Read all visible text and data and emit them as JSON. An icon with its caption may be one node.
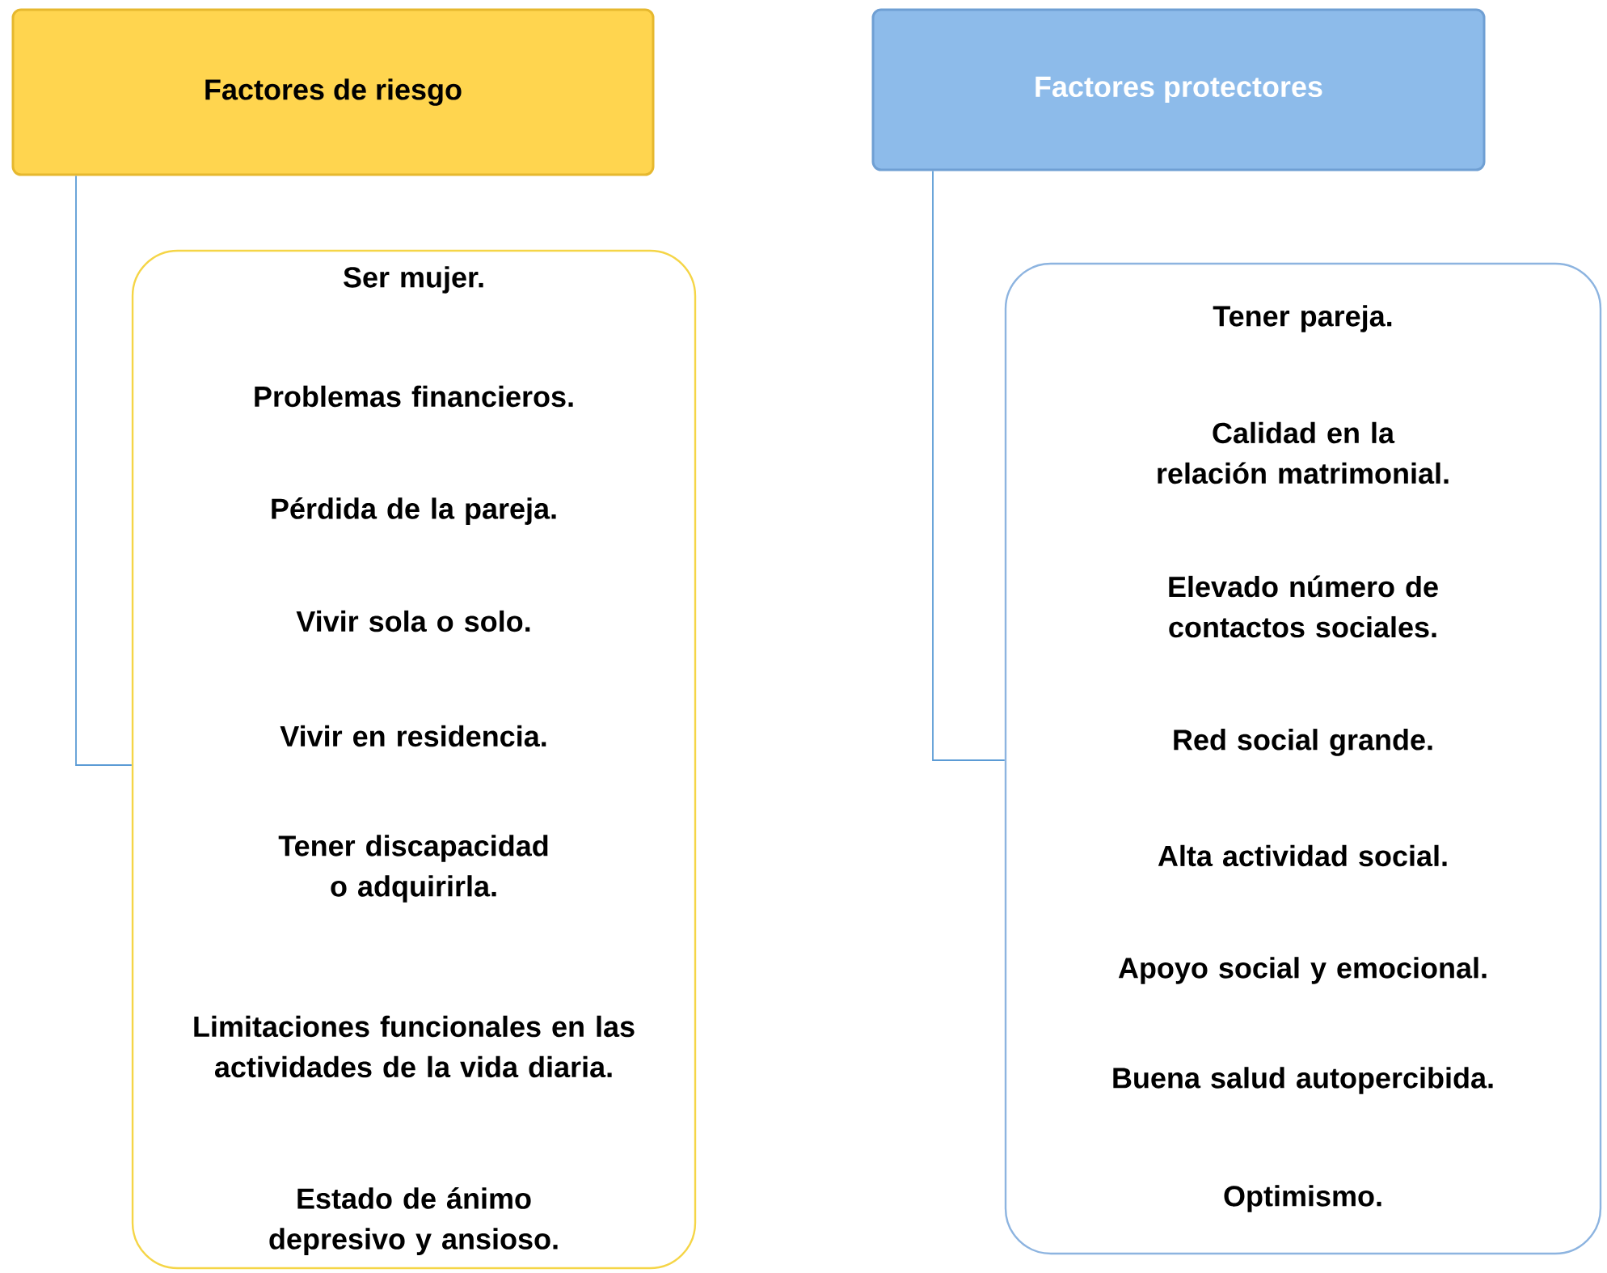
{
  "diagram": {
    "nodes": [
      {
        "text": [
          "Factores de riesgo"
        ]
      },
      {
        "text": [
          "Ser mujer.",
          "Problemas financieros.",
          "Pérdida de la pareja.",
          "Vivir sola o solo.",
          "Vivir en residencia.",
          "Tener discapacidad o adquirirla.",
          "Limitaciones funcionales en las actividades de la vida diaria.",
          "Estado de ánimo depresivo y ansioso."
        ]
      },
      {
        "text": [
          "Factores protectores"
        ]
      },
      {
        "text": [
          "Tener pareja.",
          "Calidad en la relación matrimonial.",
          "Elevado número de contactos sociales.",
          "Red social grande.",
          "Alta actividad social.",
          "Apoyo social y emocional.",
          "Buena salud autopercibida.",
          "Optimismo."
        ]
      }
    ],
    "edges": [
      {
        "from": 0,
        "to": 1,
        "arrow": "none"
      },
      {
        "from": 2,
        "to": 3,
        "arrow": "none"
      }
    ]
  }
}
